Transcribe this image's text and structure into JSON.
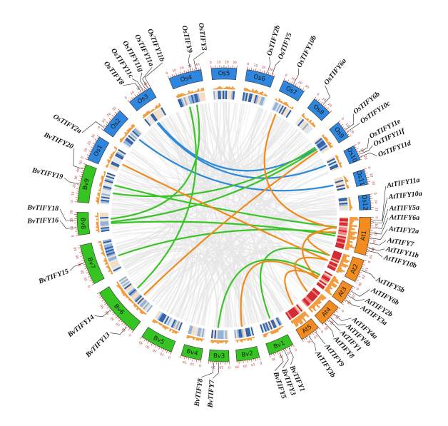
{
  "colors": {
    "Os": "#2e86de",
    "Bv": "#35c422",
    "At": "#f28c1e",
    "link_Os": "#2f8ad8",
    "link_Bv": "#3cc32a",
    "link_At": "#f08a1c",
    "background_link": "#e6e6e6",
    "heat_low": "#2f5fa6",
    "heat_high": "#d2232a"
  },
  "chromosomes": [
    {
      "name": "Os1",
      "group": "Os"
    },
    {
      "name": "Os2",
      "group": "Os"
    },
    {
      "name": "Os3",
      "group": "Os"
    },
    {
      "name": "Os4",
      "group": "Os"
    },
    {
      "name": "Os5",
      "group": "Os"
    },
    {
      "name": "Os6",
      "group": "Os"
    },
    {
      "name": "Os7",
      "group": "Os"
    },
    {
      "name": "Os8",
      "group": "Os"
    },
    {
      "name": "Os9",
      "group": "Os"
    },
    {
      "name": "Os10",
      "group": "Os"
    },
    {
      "name": "Os11",
      "group": "Os"
    },
    {
      "name": "Os12",
      "group": "Os"
    },
    {
      "name": "At1",
      "group": "At"
    },
    {
      "name": "At2",
      "group": "At"
    },
    {
      "name": "At3",
      "group": "At"
    },
    {
      "name": "At4",
      "group": "At"
    },
    {
      "name": "At5",
      "group": "At"
    },
    {
      "name": "Bv1",
      "group": "Bv"
    },
    {
      "name": "Bv2",
      "group": "Bv"
    },
    {
      "name": "Bv3",
      "group": "Bv"
    },
    {
      "name": "Bv4",
      "group": "Bv"
    },
    {
      "name": "Bv5",
      "group": "Bv"
    },
    {
      "name": "Bv6",
      "group": "Bv"
    },
    {
      "name": "Bv7",
      "group": "Bv"
    },
    {
      "name": "Bv8",
      "group": "Bv"
    },
    {
      "name": "Bv9",
      "group": "Bv"
    }
  ],
  "ticks": [
    "0",
    "10",
    "20",
    "30",
    "40",
    "50"
  ],
  "genes": [
    {
      "name": "OsTIFY2a"
    },
    {
      "name": "OsTIFY8"
    },
    {
      "name": "OsTIFY11c"
    },
    {
      "name": "OsTIFY11g"
    },
    {
      "name": "OsTIFY11a"
    },
    {
      "name": "OsTIFY11b"
    },
    {
      "name": "OsTIFY9"
    },
    {
      "name": "OsTIFY3"
    },
    {
      "name": "OsTIFY2b"
    },
    {
      "name": "OsTIFY5"
    },
    {
      "name": "OsTIFY10b"
    },
    {
      "name": "OsTIFY6a"
    },
    {
      "name": "OsTIFY6b"
    },
    {
      "name": "OsTIFY10c"
    },
    {
      "name": "OsTIFY11e"
    },
    {
      "name": "OsTIFY11f"
    },
    {
      "name": "OsTIFY11d"
    },
    {
      "name": "AtTIFY11a"
    },
    {
      "name": "AtTIFY10a"
    },
    {
      "name": "AtTIFY5a"
    },
    {
      "name": "AtTIFY6a"
    },
    {
      "name": "AtTIFY2a"
    },
    {
      "name": "AtTIFY7"
    },
    {
      "name": "AtTIFY11b"
    },
    {
      "name": "AtTIFY10b"
    },
    {
      "name": "AtTIFY5b"
    },
    {
      "name": "AtTIFY6b"
    },
    {
      "name": "AtTIFY2b"
    },
    {
      "name": "AtTIFY3a"
    },
    {
      "name": "AtTIFY4a"
    },
    {
      "name": "AtTIFY4b"
    },
    {
      "name": "AtTIFY1"
    },
    {
      "name": "AtTIFY8"
    },
    {
      "name": "AtTIFY9"
    },
    {
      "name": "AtTIFY3b"
    },
    {
      "name": "BvTIFY1"
    },
    {
      "name": "BvTIFY3"
    },
    {
      "name": "BvTIFY5"
    },
    {
      "name": "BvTIFY7"
    },
    {
      "name": "BvTIFY8"
    },
    {
      "name": "BvTIFY13"
    },
    {
      "name": "BvTIFY14"
    },
    {
      "name": "BvTIFY15"
    },
    {
      "name": "BvTIFY16"
    },
    {
      "name": "BvTIFY18"
    },
    {
      "name": "BvTIFY19"
    },
    {
      "name": "BvTIFY20"
    }
  ],
  "links": [
    {
      "from": "Os3",
      "to": "Os10",
      "type": "Os"
    },
    {
      "from": "Os2",
      "to": "Os11",
      "type": "Os"
    },
    {
      "from": "Os3",
      "to": "Os9",
      "type": "Os"
    },
    {
      "from": "Os4",
      "to": "Bv8",
      "type": "Bv"
    },
    {
      "from": "Os4",
      "to": "Bv6",
      "type": "Bv"
    },
    {
      "from": "Os9",
      "to": "Bv9",
      "type": "Bv"
    },
    {
      "from": "Os9",
      "to": "Bv8",
      "type": "Bv"
    },
    {
      "from": "Bv8",
      "to": "At1",
      "type": "Bv"
    },
    {
      "from": "Bv7",
      "to": "At1",
      "type": "Bv"
    },
    {
      "from": "Bv9",
      "to": "At1",
      "type": "Bv"
    },
    {
      "from": "Bv3",
      "to": "At3",
      "type": "Bv"
    },
    {
      "from": "Bv1",
      "to": "At2",
      "type": "Bv"
    },
    {
      "from": "Os7",
      "to": "At1",
      "type": "At"
    },
    {
      "from": "Os9",
      "to": "Bv6",
      "type": "At"
    },
    {
      "from": "Os1",
      "to": "At2",
      "type": "At"
    },
    {
      "from": "At1",
      "to": "At2",
      "type": "At"
    },
    {
      "from": "At1",
      "to": "At3",
      "type": "At"
    },
    {
      "from": "At2",
      "to": "At4",
      "type": "At"
    },
    {
      "from": "At3",
      "to": "At5",
      "type": "At"
    },
    {
      "from": "Bv2",
      "to": "At3",
      "type": "At"
    }
  ]
}
